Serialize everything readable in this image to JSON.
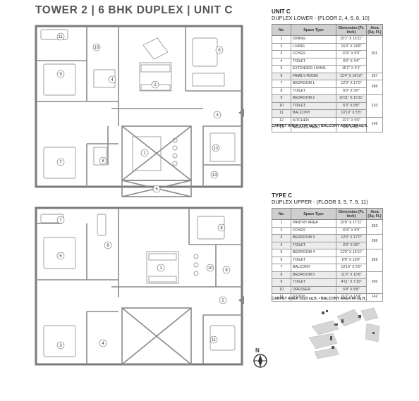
{
  "title": "TOWER 2  |  6 BHK DUPLEX  |  UNIT C",
  "lower": {
    "unit": "UNIT C",
    "floors": "DUPLEX LOWER - (FLOOR 2, 4, 6, 8, 10)",
    "headers": {
      "no": "No.",
      "space": "Space Type",
      "dim": "Dimension (Ft. Inch)",
      "area": "Area (Sq. Ft.)"
    },
    "rows": [
      {
        "no": "1",
        "space": "DINING",
        "dim": "15'1\" X 13'11\""
      },
      {
        "no": "2",
        "space": "LIVING",
        "dim": "15'9\" X 24'8\""
      },
      {
        "no": "3",
        "space": "FOYER",
        "dim": "11'6\" X 5'5\""
      },
      {
        "no": "4",
        "space": "TOILET",
        "dim": "6'6\" X 4'4\""
      },
      {
        "no": "5",
        "space": "EXTENDED LIVING",
        "dim": "15'1\" X 5'1\""
      },
      {
        "no": "6",
        "space": "FAMILY ROOM",
        "dim": "11'4\" X 16'10\""
      },
      {
        "no": "7",
        "space": "BEDROOM 1",
        "dim": "12'0\" X 17'0\""
      },
      {
        "no": "8",
        "space": "TOILET",
        "dim": "6'0\" X 9'0\""
      },
      {
        "no": "9",
        "space": "BEDROOM 2",
        "dim": "10'11\" X 15'11\""
      },
      {
        "no": "10",
        "space": "TOILET",
        "dim": "6'3\" X 8'8\""
      },
      {
        "no": "11",
        "space": "BALCONY",
        "dim": "10'10\" X 5'5\""
      },
      {
        "no": "12",
        "space": "KITCHEN",
        "dim": "11'1\" X 9'6\""
      },
      {
        "no": "13",
        "space": "SERVICE YARD",
        "dim": "5'6\" X 3'8\""
      }
    ],
    "areas": [
      "811",
      "207",
      "286",
      "310",
      "145"
    ],
    "note": "CARPET AREA 1734 sq.ft.  •  BALCONY AREA 184 sq.ft."
  },
  "upper": {
    "unit": "TYPE C",
    "floors": "DUPLEX UPPER - (FLOOR 3, 5, 7, 9, 11)",
    "headers": {
      "no": "No.",
      "space": "Space Type",
      "dim": "Dimension (Ft. Inch)",
      "area": "Area (Sq. Ft.)"
    },
    "rows": [
      {
        "no": "1",
        "space": "PANTRY AREA",
        "dim": "15'8\" X 17'11\""
      },
      {
        "no": "2",
        "space": "FOYER",
        "dim": "11'6\" X 5'5\""
      },
      {
        "no": "3",
        "space": "BEDROOM 3",
        "dim": "12'0\" X 17'0\""
      },
      {
        "no": "4",
        "space": "TOILET",
        "dim": "6'0\" X 9'0\""
      },
      {
        "no": "5",
        "space": "BEDROOM 4",
        "dim": "11'0\" X 15'11\""
      },
      {
        "no": "6",
        "space": "TOILET",
        "dim": "6'6\" X 13'6\""
      },
      {
        "no": "7",
        "space": "BALCONY",
        "dim": "10'10\" X 5'5\""
      },
      {
        "no": "8",
        "space": "BEDROOM 5",
        "dim": "11'3\" X 10'6\""
      },
      {
        "no": "9",
        "space": "TOILET",
        "dim": "4'11\" X 7'10\""
      },
      {
        "no": "10",
        "space": "DRESSER",
        "dim": "5'8\" X 8'8\""
      },
      {
        "no": "11",
        "space": "STUDY",
        "dim": "11'7\" X 13'4\""
      }
    ],
    "areas": [
      "392",
      "286",
      "356",
      "200",
      "142"
    ],
    "note": "CARPET AREA 1523 sq.ft.  •  BALCONY AREA 60 sq.ft."
  },
  "plan_labels": {
    "lower": [
      "1",
      "2",
      "3",
      "4",
      "5",
      "6",
      "7",
      "8",
      "9",
      "10",
      "11",
      "12",
      "13"
    ],
    "upper": [
      "1",
      "2",
      "3",
      "4",
      "5",
      "6",
      "7",
      "8",
      "9",
      "10",
      "11"
    ]
  },
  "compass": {
    "label": "N"
  },
  "colors": {
    "wall": "#7a7a7a",
    "furniture": "#999999",
    "table_header": "#cfcfcf",
    "text": "#333333"
  }
}
